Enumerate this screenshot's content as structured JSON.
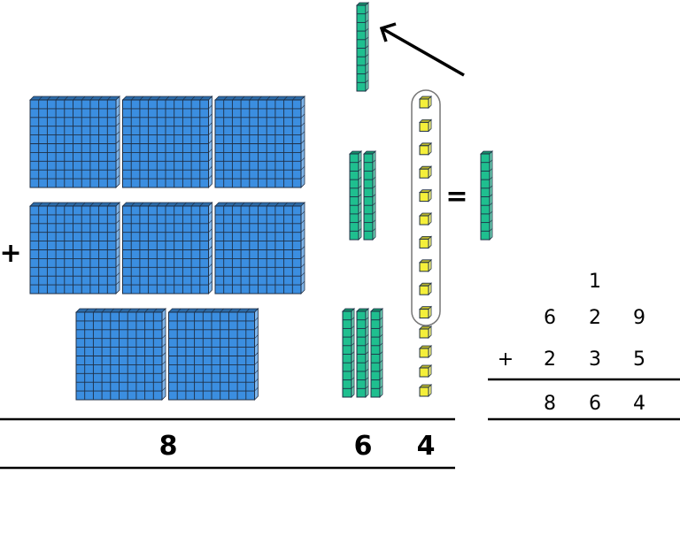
{
  "colors": {
    "hundreds": "#3b8ee0",
    "tens": "#1fbf8f",
    "ones": "#f4ef3a",
    "outline": "#1f2f45"
  },
  "blocks": {
    "hundreds_rows": [
      3,
      3,
      2
    ],
    "tens_groups": [
      1,
      2,
      3
    ],
    "ones_count": 14,
    "ones_circled": 10,
    "regrouped_tens": 1
  },
  "symbols": {
    "plus": "+",
    "equals": "="
  },
  "result_digits": {
    "hundreds": "8",
    "tens": "6",
    "ones": "4"
  },
  "column_addition": {
    "carry": "1",
    "addend1": [
      "6",
      "2",
      "9"
    ],
    "operator": "+",
    "addend2": [
      "2",
      "3",
      "5"
    ],
    "sum": [
      "8",
      "6",
      "4"
    ]
  }
}
